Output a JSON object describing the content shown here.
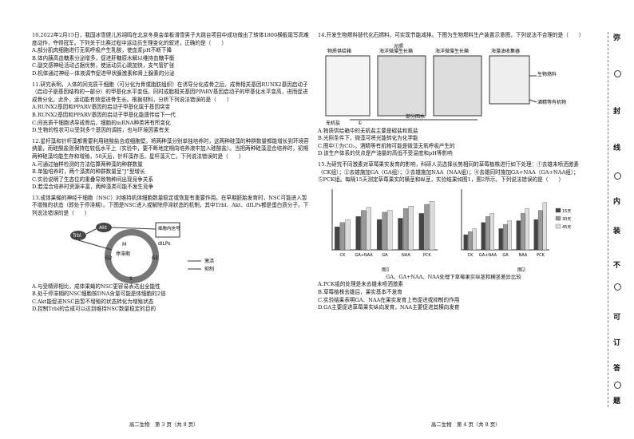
{
  "left": {
    "q10": {
      "stem": "10.2022年2月15日，我国冰雪健儿苏翊鸣在北京冬奥会单板滑雪男子大跳台项目中成功做出了转体1800横板尾写高难度动作，夺得冠军。下列关于比赛过程中运动员生理变化的叙述，正确的是（　　）",
      "options": [
        "A.部分肌肉细胞进行无氧呼吸产生乳酸，使血浆pH不断下降",
        "B.体内胰高血糖素分泌增多，促进肝糖原水解以维持血糖平衡",
        "C.副交感神经活动占据优势，使运动员心跳加快，支气管扩张",
        "D.机体通过神经—体液调节促进甲状腺激素和肾上腺素的分泌"
      ]
    },
    "q11": {
      "stem": "11.研究表明，人体的间充质干细胞（可分化为骨或脂肪组织）在诱导分化成骨之后，成骨相关基因RUNX2基因启动子（启动子是基因结构的一部分）的甲基化水平变低，同时成脂相关基因PPARV基因启动子的甲基化水平变高，进而促进成骨分化。此外，运动能有效促进骨生长。根据材料，分析下列说法错误的是（　　）",
      "options": [
        "A.RUNX2基因和PPARV基因的启动子甲基化属于基因突变",
        "B.RUNX2基因和PPARV基因的启动子甲基化能遗传给下一代",
        "C.间充质干细胞诱导成骨后，细胞的mRNA种类将有所变化",
        "D.生物的性状可以受到多个基因的调控，也与环境因素有关"
      ]
    },
    "q12": {
      "stem": "12.星杆藻和针杆藻都需要利用硅酸盐合成细胞壁。将两种藻分别单独培养时，这两种硅藻的种群数量都能增长到环境容纳量，而硅酸盐则保持在较低水平上（实验中，要不断地定期向培养液中加入硅酸盐）。当把两种硅藻混合培养时，初期两种硅藻均能生存和增殖，50天后，针杆藻存活，星杆藻灭亡。下列说法错误的是（　　）",
      "options": [
        "A.可通过抽样检测的方法估算两种藻的种群数量",
        "B.单独培养时，两个藻类的种群数量呈“J”型增长",
        "C.实验说明了生态位的重叠导致物种间出现竞争关系",
        "D.若混合培养时资源丰富，两种藻类可能不发生竞争"
      ]
    },
    "q13": {
      "stem": "13.成体果蝇的神经干细胞（NSC）对维持机体细胞数量稳定或恢复有重要作用。在早期胚胎发育时，NSC可能进入暂不增殖的状态（即处于停滞期）。下图是NSC进入或解除停滞状态的机制，其中Trbl、Akt、dILPs都是蛋白质分子。下列说法错误的是（　　）",
      "options": [
        "A.与受精卵相比，成体果蝇的NSC更容易表达出全能性",
        "B.处于停滞期的NSC细胞核DNA含量可能是体细胞的2倍",
        "C.Akt能促进NSC由暂不增殖的状态转化为增殖状态",
        "D.控制Trbl的合成可以达到维持NSC数量稳定的目的"
      ],
      "diagram": {
        "trbl": "Trbl",
        "akt": "Akt",
        "signal_box": "细胞内信号",
        "dilps": "dILPs",
        "arrest": "停滞期",
        "phases": [
          "M",
          "G1",
          "S",
          "G2"
        ],
        "legend_activate": "激活",
        "legend_inhibit": "抑制"
      }
    },
    "footer": "高二生物　第 3 页（共 8 页）"
  },
  "right": {
    "q14": {
      "stem": "14.开发生物燃料替代化石燃料，可实现节能减排。下图为生物燃料生产装置示意图，下列说法不合理的是（　　）",
      "options": [
        "A.物质供给箱中的无机盐主要是碳盐和氮盐",
        "B.光照条件下，微藻可将光能转化为化学能",
        "C.图中①为CO₂，酒精等有机物可能是微藻无氧呼吸产生的",
        "D.该生产体系的优点是产油量的高低不受温度和pH等影响"
      ],
      "diagram": {
        "light": "光照",
        "box1": "物质供给箱",
        "box2": "海洋微藻生长箱",
        "box3": "海洋微藻生长箱",
        "box4": "海藻油收集器",
        "salt": "无机盐",
        "recycle": "部分回水",
        "circle1": "①",
        "out1": "生物燃料",
        "out2": "酒精等有机物"
      }
    },
    "q15": {
      "stem": "15.为研究不同激素对草莓果实发育的影响，科研人员选择长势相同的草莓植株进行如下处理：①去雄未喷洒激素（CK组）；②去雄施加GA（GA组）；③去雄施加NAA（NAA组）；④去雄同时施加GA+NAA（GA+NAA组）；⑤PCK组。每隔15天测定草莓果实的横茎和纵茎，实验结果如图1，图2所示。下列说法错误的是（　　）",
      "figure_caption": "GA、GA+NAA、NAA处理下草莓果实纵茎和横茎差异比较",
      "fig1_label": "图1",
      "fig2_label": "图2",
      "options": [
        "A.PCK组的处理是未去雄未喷洒激素",
        "B.草莓植株去雄后，果实基本不发育",
        "C.实验结果表明GA、NAA在果实发育上有促进或抑制的作用",
        "D.GA主要促进草莓果实纵向发育，NAA主要促进其横向发育"
      ],
      "footer": "高二生物　第 4 页（共 8 页）"
    }
  },
  "chart_data": [
    {
      "type": "bar",
      "categories": [
        "CK",
        "GA+NAA",
        "GA",
        "NAA",
        "PCK"
      ],
      "series": [
        {
          "name": "15天",
          "values": [
            3.8,
            5.5,
            5.0,
            5.2,
            6.0
          ]
        },
        {
          "name": "30天",
          "values": [
            4.5,
            6.5,
            6.2,
            6.8,
            7.5
          ]
        },
        {
          "name": "45天",
          "values": [
            5.0,
            7.0,
            6.5,
            7.2,
            8.0
          ]
        }
      ],
      "ylim": [
        0,
        10
      ],
      "title": "",
      "xlabel": "",
      "ylabel": ""
    },
    {
      "type": "bar",
      "categories": [
        "CK",
        "GA+NAA",
        "GA",
        "NAA",
        "PCK"
      ],
      "series": [
        {
          "name": "15天",
          "values": [
            2.5,
            4.5,
            3.5,
            4.8,
            5.0
          ]
        },
        {
          "name": "30天",
          "values": [
            3.0,
            5.5,
            4.2,
            6.0,
            6.5
          ]
        },
        {
          "name": "45天",
          "values": [
            3.5,
            6.0,
            4.8,
            6.8,
            7.8
          ]
        }
      ],
      "ylim": [
        0,
        10
      ],
      "legend": "right",
      "title": "",
      "xlabel": "",
      "ylabel": ""
    }
  ],
  "side": [
    "弥",
    "封",
    "线",
    "内",
    "装",
    "不",
    "可",
    "订",
    "答",
    "题"
  ]
}
